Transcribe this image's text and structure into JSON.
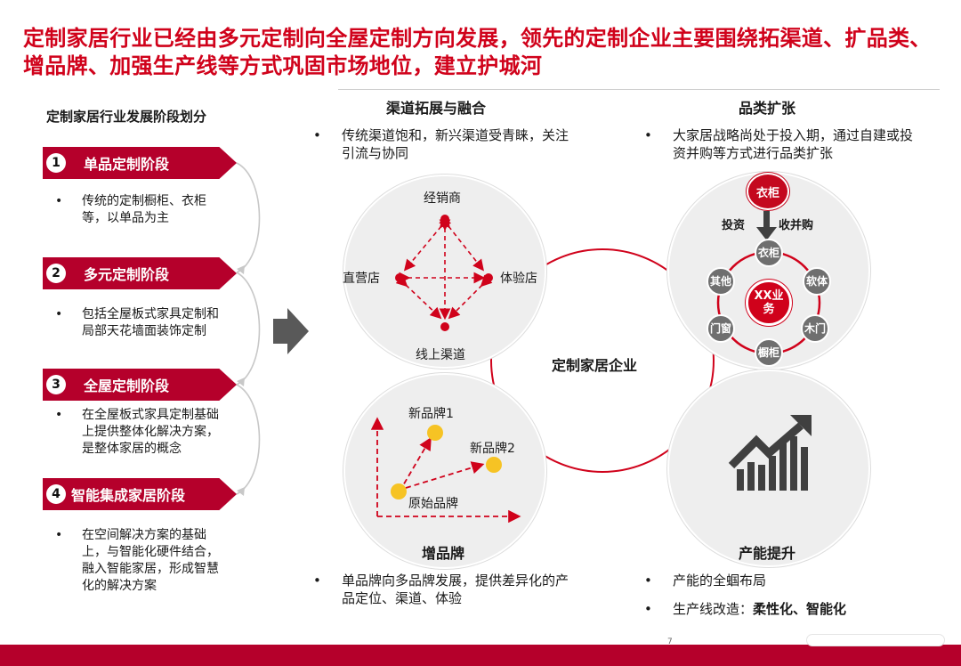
{
  "title": "定制家居行业已经由多元定制向全屋定制方向发展，领先的定制企业主要围绕拓渠道、扩品类、增品牌、加强生产线等方式巩固市场地位，建立护城河",
  "left_panel": {
    "heading": "定制家居行业发展阶段划分",
    "stages": [
      {
        "num": "1",
        "label": "单品定制阶段",
        "desc": "传统的定制橱柜、衣柜等，以单品为主"
      },
      {
        "num": "2",
        "label": "多元定制阶段",
        "desc": "包括全屋板式家具定制和局部天花墙面装饰定制"
      },
      {
        "num": "3",
        "label": "全屋定制阶段",
        "desc": "在全屋板式家具定制基础上提供整体化解决方案，是整体家居的概念"
      },
      {
        "num": "4",
        "label": "智能集成家居阶段",
        "desc": "在空间解决方案的基础上，与智能化硬件结合，融入智能家居，形成智慧化的解决方案"
      }
    ],
    "bullet": "•"
  },
  "center_label": "定制家居企业",
  "channel": {
    "title": "渠道拓展与融合",
    "text": "传统渠道饱和，新兴渠道受青睐，关注引流与协同",
    "nodes": {
      "top": "经销商",
      "left": "直营店",
      "right": "体验店",
      "bottom": "线上渠道"
    }
  },
  "category": {
    "title": "品类扩张",
    "text": "大家居战略尚处于投入期，通过自建或投资并购等方式进行品类扩张",
    "top_node": "衣柜",
    "invest": "投资",
    "merge": "收并购",
    "center_node": "XX业务",
    "ring_nodes": [
      "衣柜",
      "软体",
      "木门",
      "橱柜",
      "门窗",
      "其他"
    ]
  },
  "brand": {
    "title": "增品牌",
    "text": "单品牌向多品牌发展，提供差异化的产品定位、渠道、体验",
    "points": {
      "original": "原始品牌",
      "new1": "新品牌1",
      "new2": "新品牌2"
    }
  },
  "capacity": {
    "title": "产能提升",
    "bullets": [
      {
        "text": "产能的全蝈布局"
      },
      {
        "prefix": "生产线改造：",
        "strong": "柔性化、智能化"
      }
    ],
    "icon": "growth-chart-icon"
  },
  "page_number": "7",
  "colors": {
    "accent": "#d0021b",
    "banner": "#b5002b",
    "circle": "#eeeeee",
    "node": "#6f6f6f",
    "brand_dot": "#f6c324"
  }
}
